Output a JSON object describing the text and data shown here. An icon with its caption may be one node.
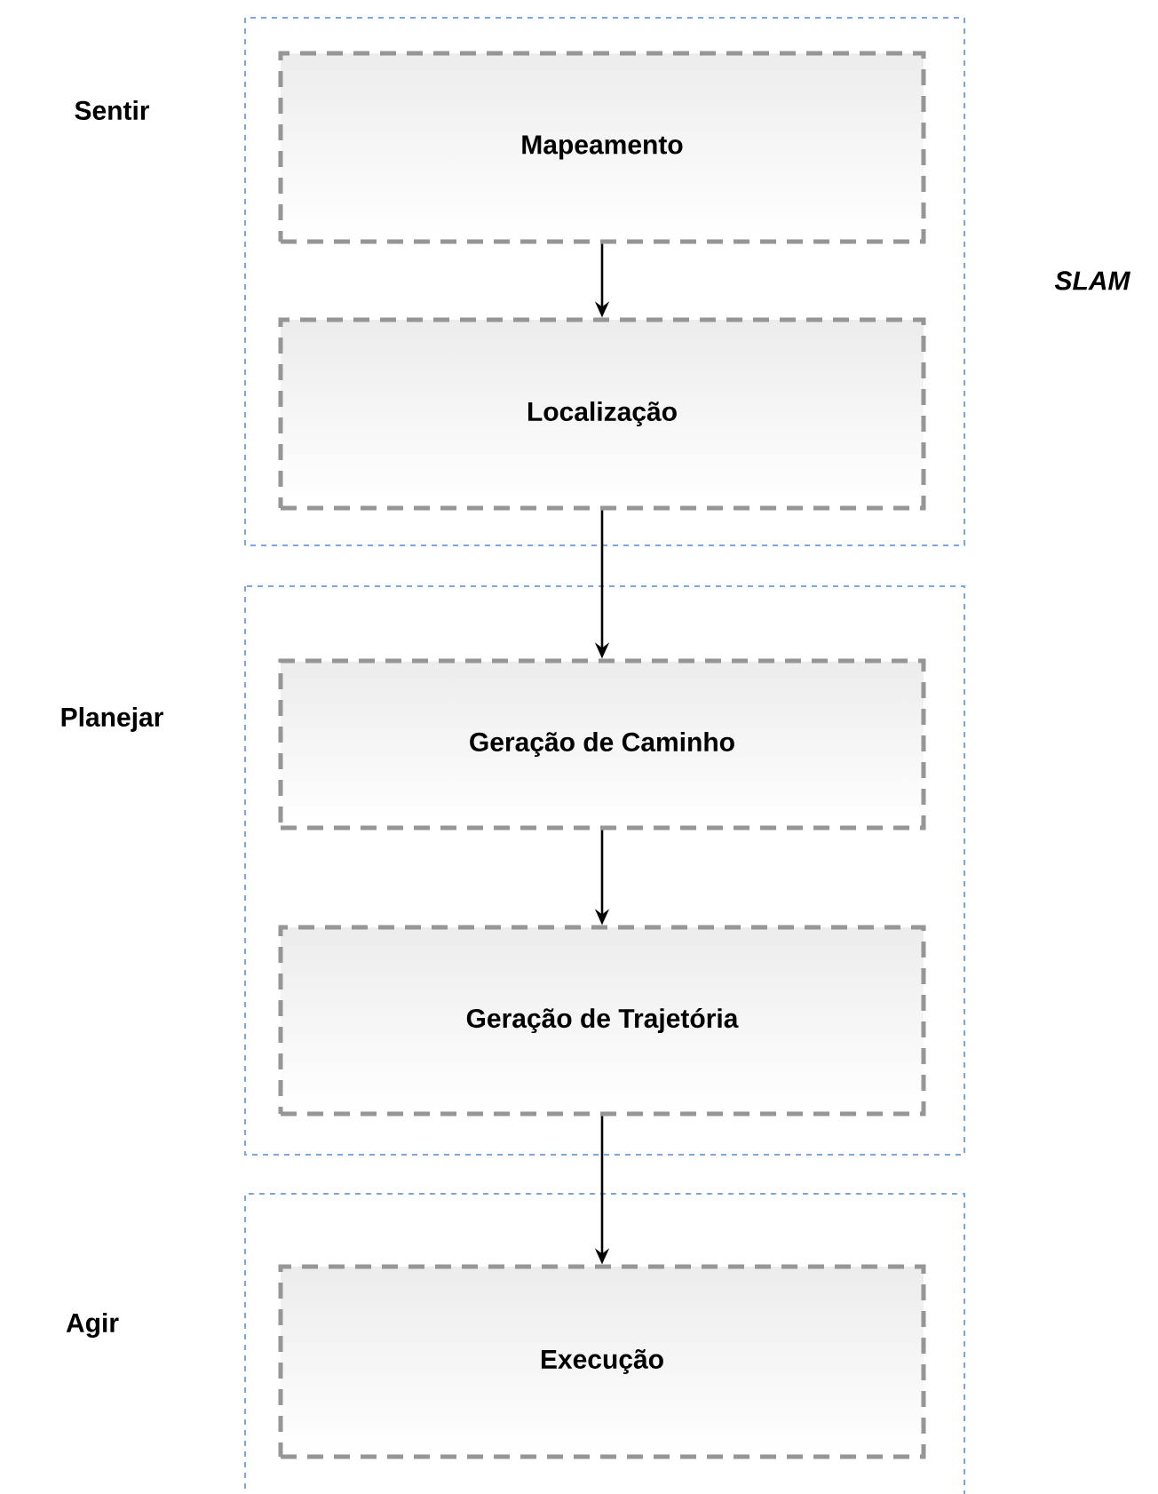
{
  "diagram": {
    "nodes": [
      {
        "text": [
          "Sentir"
        ],
        "beside": [
          "SLAM"
        ]
      },
      {
        "text": [
          "Mapeamento"
        ],
        "in": 0
      },
      {
        "text": [
          "Localização"
        ],
        "in": 0
      },
      {
        "text": [
          "Planejar"
        ]
      },
      {
        "text": [
          "Geração de Caminho"
        ],
        "in": 3
      },
      {
        "text": [
          "Geração de Trajetória"
        ],
        "in": 3
      },
      {
        "text": [
          "Agir"
        ]
      },
      {
        "text": [
          "Execução"
        ],
        "in": 6
      }
    ],
    "edges": [
      {
        "from": 1,
        "to": 2,
        "arrow": "to"
      },
      {
        "from": 2,
        "to": 4,
        "arrow": "to"
      },
      {
        "from": 4,
        "to": 5,
        "arrow": "to"
      },
      {
        "from": 5,
        "to": 7,
        "arrow": "to"
      }
    ]
  }
}
